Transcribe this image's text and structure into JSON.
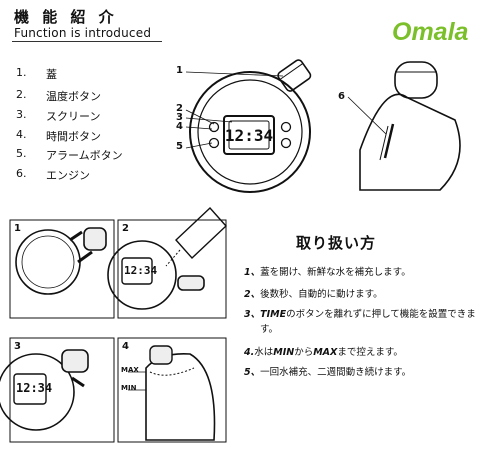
{
  "header": {
    "title": "機 能 紹 介",
    "subtitle": "Function is introduced",
    "brand": "Omala"
  },
  "parts": [
    {
      "num": "1.",
      "label": "蓋"
    },
    {
      "num": "2.",
      "label": "温度ボタン"
    },
    {
      "num": "3.",
      "label": "スクリーン"
    },
    {
      "num": "4.",
      "label": "時間ボタン"
    },
    {
      "num": "5.",
      "label": "アラームボタン"
    },
    {
      "num": "6.",
      "label": "エンジン"
    }
  ],
  "diagram": {
    "callouts": [
      "1",
      "2",
      "3",
      "4",
      "5",
      "6"
    ],
    "display_time": "12:34"
  },
  "steps_figures": {
    "labels": [
      "1",
      "2",
      "3",
      "4"
    ],
    "max_label": "MAX",
    "min_label": "MIN"
  },
  "instructions": {
    "title": "取り扱い方",
    "steps": [
      {
        "num": "1、",
        "text": "蓋を開け、新鮮な水を補充します。"
      },
      {
        "num": "2、",
        "text": "後数秒、自動的に動けます。"
      },
      {
        "num": "3、",
        "pre": "",
        "hl": "TIME",
        "post": "のボタンを離れずに押して機能を設置できま"
      },
      {
        "num": "",
        "text": "す。"
      },
      {
        "num": "4.",
        "pre": "水は",
        "hl": "MIN",
        "mid": "から",
        "hl2": "MAX",
        "post": "まで控えます。"
      },
      {
        "num": "5、",
        "text": "一回水補充、二週間動き続けます。"
      }
    ]
  }
}
